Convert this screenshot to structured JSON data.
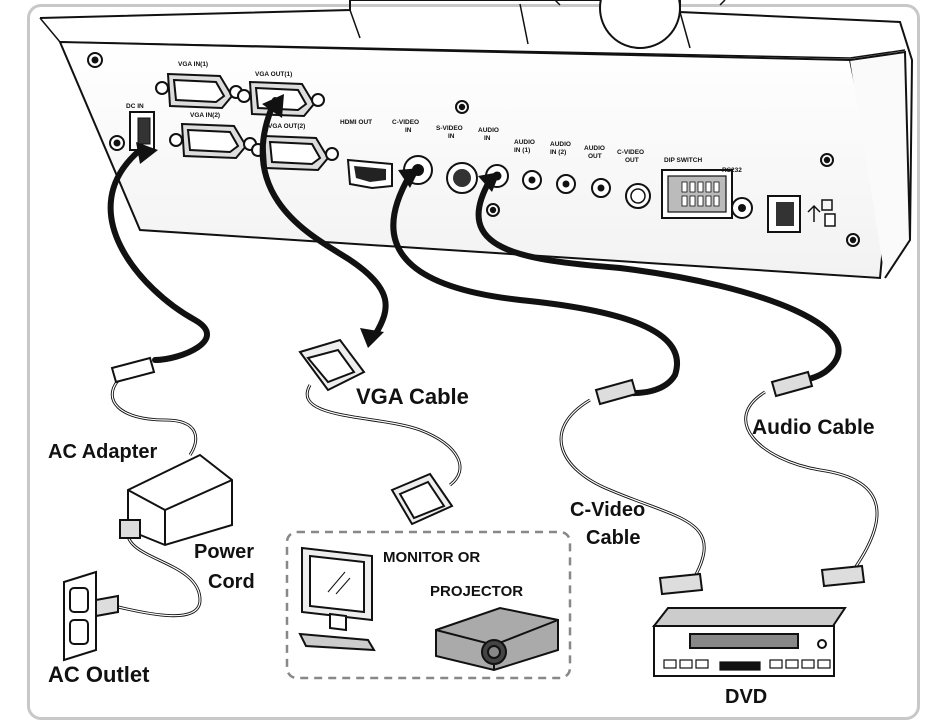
{
  "ports": {
    "dc_in": "DC IN",
    "vga_in1": "VGA IN(1)",
    "vga_in2": "VGA IN(2)",
    "vga_out1": "VGA OUT(1)",
    "vga_out2": "VGA OUT(2)",
    "hdmi_out": "HDMI OUT",
    "cvideo_in_1": "C-VIDEO",
    "cvideo_in_2": "IN",
    "svideo_in_1": "S-VIDEO",
    "svideo_in_2": "IN",
    "audio_in_1": "AUDIO",
    "audio_in_2": "IN",
    "audio_in1_1": "AUDIO",
    "audio_in1_2": "IN (1)",
    "audio_in2_1": "AUDIO",
    "audio_in2_2": "IN (2)",
    "audio_out_1": "AUDIO",
    "audio_out_2": "OUT",
    "cvideo_out_1": "C-VIDEO",
    "cvideo_out_2": "OUT",
    "dip_switch": "DIP SWITCH",
    "rs232": "RS232"
  },
  "labels": {
    "vga_cable": "VGA Cable",
    "ac_adapter": "AC Adapter",
    "power_cord_1": "Power",
    "power_cord_2": "Cord",
    "ac_outlet": "AC Outlet",
    "monitor_projector_1": "MONITOR OR",
    "monitor_projector_2": "PROJECTOR",
    "cvideo_cable_1": "C-Video",
    "cvideo_cable_2": "Cable",
    "audio_cable": "Audio Cable",
    "dvd": "DVD"
  }
}
